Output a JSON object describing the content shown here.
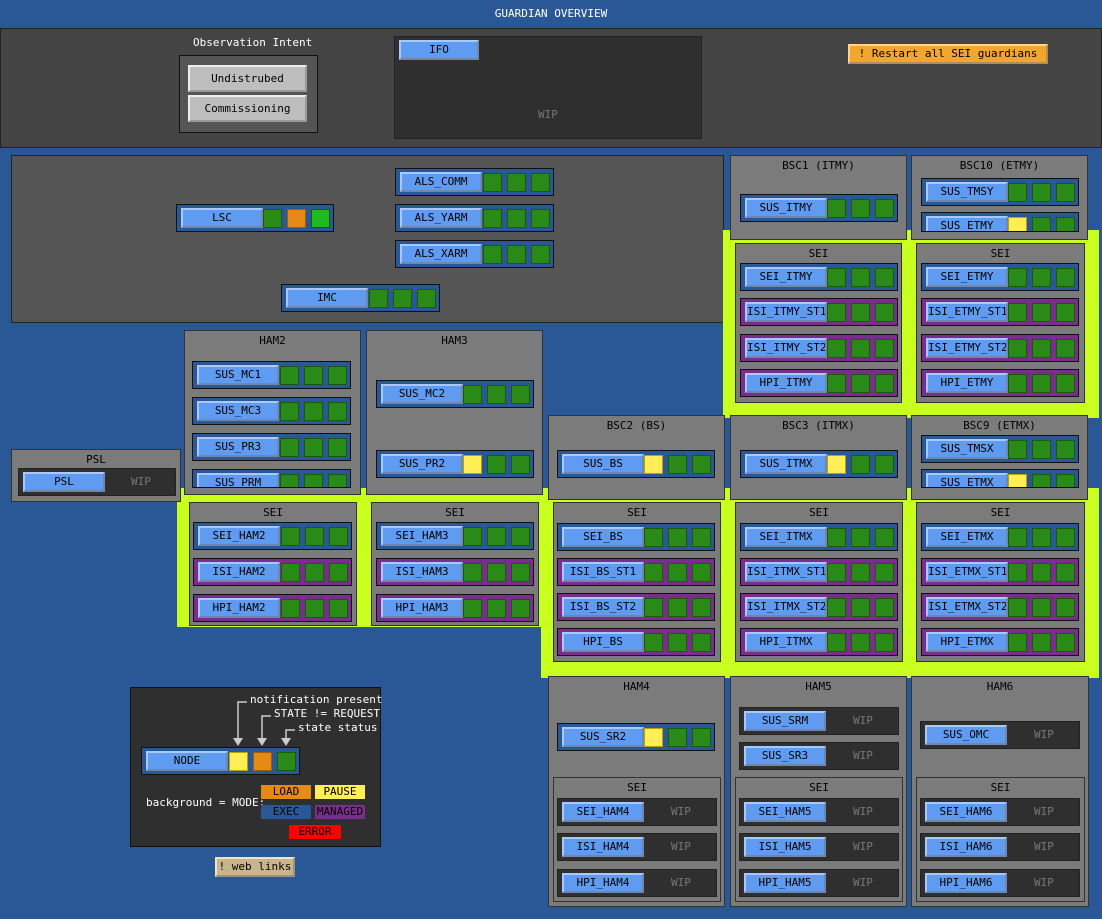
{
  "title": "GUARDIAN OVERVIEW",
  "observation_intent": {
    "label": "Observation Intent",
    "undisturbed": "Undistrubed",
    "commissioning": "Commissioning"
  },
  "ifo": {
    "label": "IFO",
    "wip": "WIP"
  },
  "restart_button": "! Restart all SEI guardians",
  "web_links_button": "! web links",
  "wip": "WIP",
  "panels": {
    "bsc1": "BSC1 (ITMY)",
    "bsc10": "BSC10 (ETMY)",
    "ham2": "HAM2",
    "ham3": "HAM3",
    "bsc2": "BSC2 (BS)",
    "bsc3": "BSC3 (ITMX)",
    "bsc9": "BSC9 (ETMX)",
    "psl": "PSL",
    "ham4": "HAM4",
    "ham5": "HAM5",
    "ham6": "HAM6",
    "sei": "SEI"
  },
  "nodes": {
    "lsc": "LSC",
    "als_comm": "ALS_COMM",
    "als_yarm": "ALS_YARM",
    "als_xarm": "ALS_XARM",
    "imc": "IMC",
    "sus_itmy": "SUS_ITMY",
    "sus_tmsy": "SUS_TMSY",
    "sus_etmy": "SUS_ETMY",
    "sei_itmy": "SEI_ITMY",
    "isi_itmy_st1": "ISI_ITMY_ST1",
    "isi_itmy_st2": "ISI_ITMY_ST2",
    "hpi_itmy": "HPI_ITMY",
    "sei_etmy": "SEI_ETMY",
    "isi_etmy_st1": "ISI_ETMY_ST1",
    "isi_etmy_st2": "ISI_ETMY_ST2",
    "hpi_etmy": "HPI_ETMY",
    "sus_mc1": "SUS_MC1",
    "sus_mc3": "SUS_MC3",
    "sus_pr3": "SUS_PR3",
    "sus_prm": "SUS_PRM",
    "sus_mc2": "SUS_MC2",
    "sus_pr2": "SUS_PR2",
    "sus_bs": "SUS_BS",
    "sus_itmx": "SUS_ITMX",
    "sus_tmsx": "SUS_TMSX",
    "sus_etmx": "SUS_ETMX",
    "psl": "PSL",
    "sei_ham2": "SEI_HAM2",
    "isi_ham2": "ISI_HAM2",
    "hpi_ham2": "HPI_HAM2",
    "sei_ham3": "SEI_HAM3",
    "isi_ham3": "ISI_HAM3",
    "hpi_ham3": "HPI_HAM3",
    "sei_bs": "SEI_BS",
    "isi_bs_st1": "ISI_BS_ST1",
    "isi_bs_st2": "ISI_BS_ST2",
    "hpi_bs": "HPI_BS",
    "sei_itmx": "SEI_ITMX",
    "isi_itmx_st1": "ISI_ITMX_ST1",
    "isi_itmx_st2": "ISI_ITMX_ST2",
    "hpi_itmx": "HPI_ITMX",
    "sei_etmx": "SEI_ETMX",
    "isi_etmx_st1": "ISI_ETMX_ST1",
    "isi_etmx_st2": "ISI_ETMX_ST2",
    "hpi_etmx": "HPI_ETMX",
    "sus_sr2": "SUS_SR2",
    "sus_srm": "SUS_SRM",
    "sus_sr3": "SUS_SR3",
    "sus_omc": "SUS_OMC",
    "sei_ham4": "SEI_HAM4",
    "isi_ham4": "ISI_HAM4",
    "hpi_ham4": "HPI_HAM4",
    "sei_ham5": "SEI_HAM5",
    "isi_ham5": "ISI_HAM5",
    "hpi_ham5": "HPI_HAM5",
    "sei_ham6": "SEI_HAM6",
    "isi_ham6": "ISI_HAM6",
    "hpi_ham6": "HPI_HAM6"
  },
  "legend": {
    "notification": "notification present",
    "state_request": "STATE != REQUEST",
    "state_status": "state status",
    "node": "NODE",
    "background_mode": "background = MODE:",
    "load": "LOAD",
    "pause": "PAUSE",
    "exec": "EXEC",
    "managed": "MANAGED",
    "error": "ERROR"
  },
  "colors": {
    "background": "#2a5896",
    "node_button": "#5f9bf0",
    "ok": "#2a8a17",
    "notification": "#ffee55",
    "state_mismatch": "#e68a16",
    "managed": "#7a2e8c",
    "highlight": "#c8ff1e",
    "error": "#ff0000"
  }
}
